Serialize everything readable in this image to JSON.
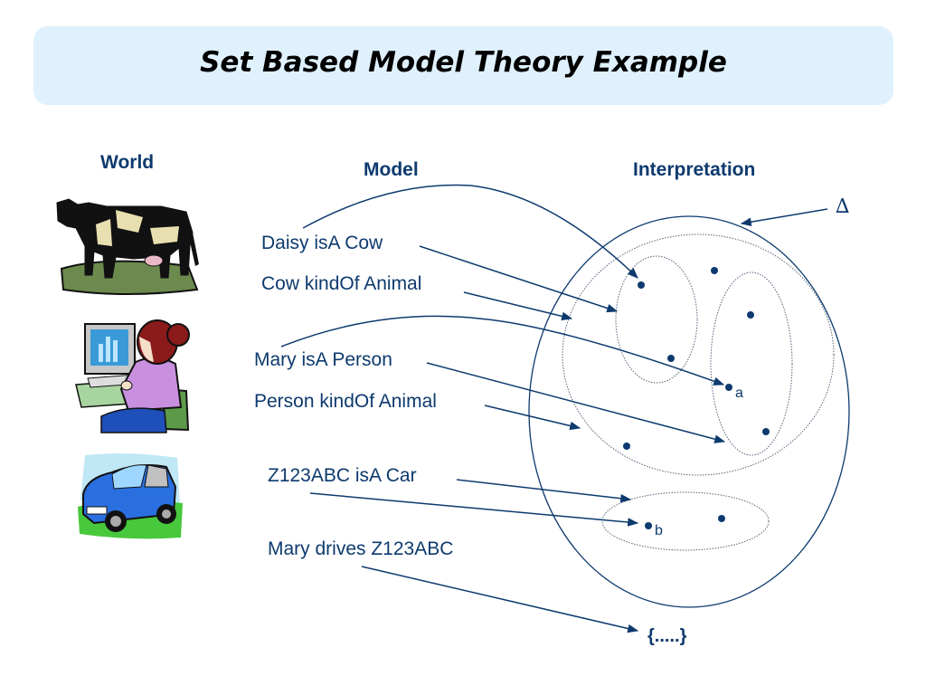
{
  "title": "Set Based Model Theory Example",
  "headers": {
    "world": "World",
    "model": "Model",
    "interpretation": "Interpretation"
  },
  "world_images": [
    {
      "icon": "cow-clipart"
    },
    {
      "icon": "woman-at-computer-clipart"
    },
    {
      "icon": "car-clipart"
    }
  ],
  "statements": [
    "Daisy isA Cow",
    "Cow kindOf Animal",
    "Mary isA Person",
    "Person kindOf Animal",
    "Z123ABC isA Car",
    "Mary drives Z123ABC"
  ],
  "interpretation": {
    "domain_symbol": "∆",
    "element_labels": {
      "a": "a",
      "b": "b"
    },
    "relation_set": "{.....}"
  },
  "colors": {
    "text": "#0d3a6e",
    "title_bg": "#dff1fd",
    "lines": "#0d3a6e"
  }
}
